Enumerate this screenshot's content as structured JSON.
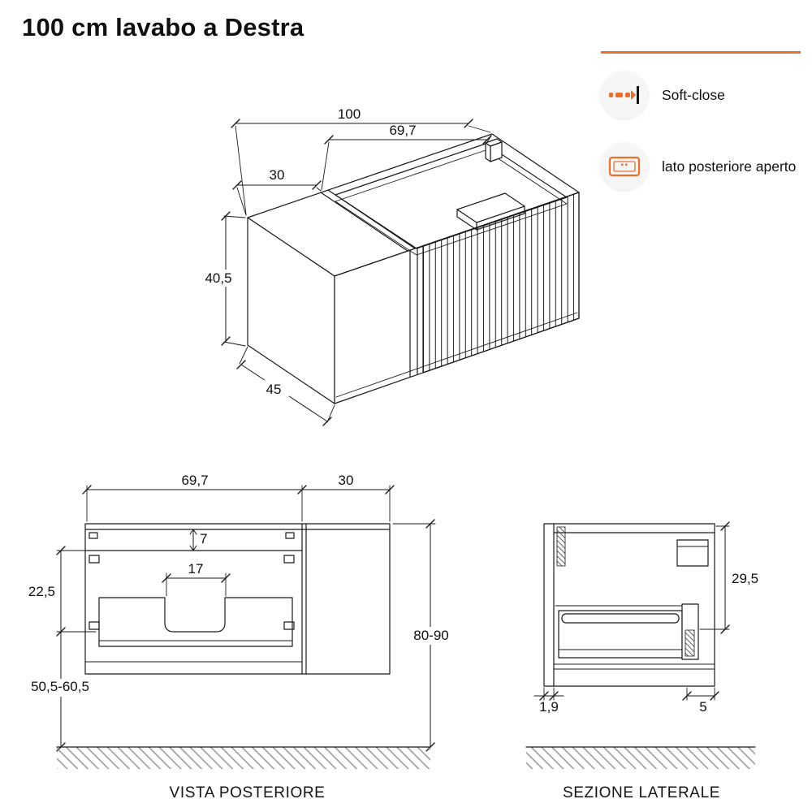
{
  "title": "100 cm lavabo a Destra",
  "colors": {
    "accent": "#e96f2d",
    "line": "#1a1a1a"
  },
  "features": [
    {
      "icon": "soft-close-icon",
      "label": "Soft-close"
    },
    {
      "icon": "open-back-panel-icon",
      "label": "lato posteriore aperto"
    }
  ],
  "isometric_view": {
    "dim_total_width": "100",
    "dim_basin_section_width": "69,7",
    "dim_side_section_width": "30",
    "dim_height": "40,5",
    "dim_depth": "45"
  },
  "rear_view": {
    "caption": "VISTA POSTERIORE",
    "dim_open_section_width": "69,7",
    "dim_closed_section_width": "30",
    "dim_top_clearance": "7",
    "dim_siphon_cutout_width": "17",
    "dim_cutout_height": "22,5",
    "dim_cutout_floor_distance": "50,5-60,5",
    "dim_mounting_height": "80-90"
  },
  "side_view": {
    "caption": "SEZIONE LATERALE",
    "dim_inner_height": "29,5",
    "dim_panel_thickness": "1,9",
    "dim_bottom_gap": "5"
  }
}
